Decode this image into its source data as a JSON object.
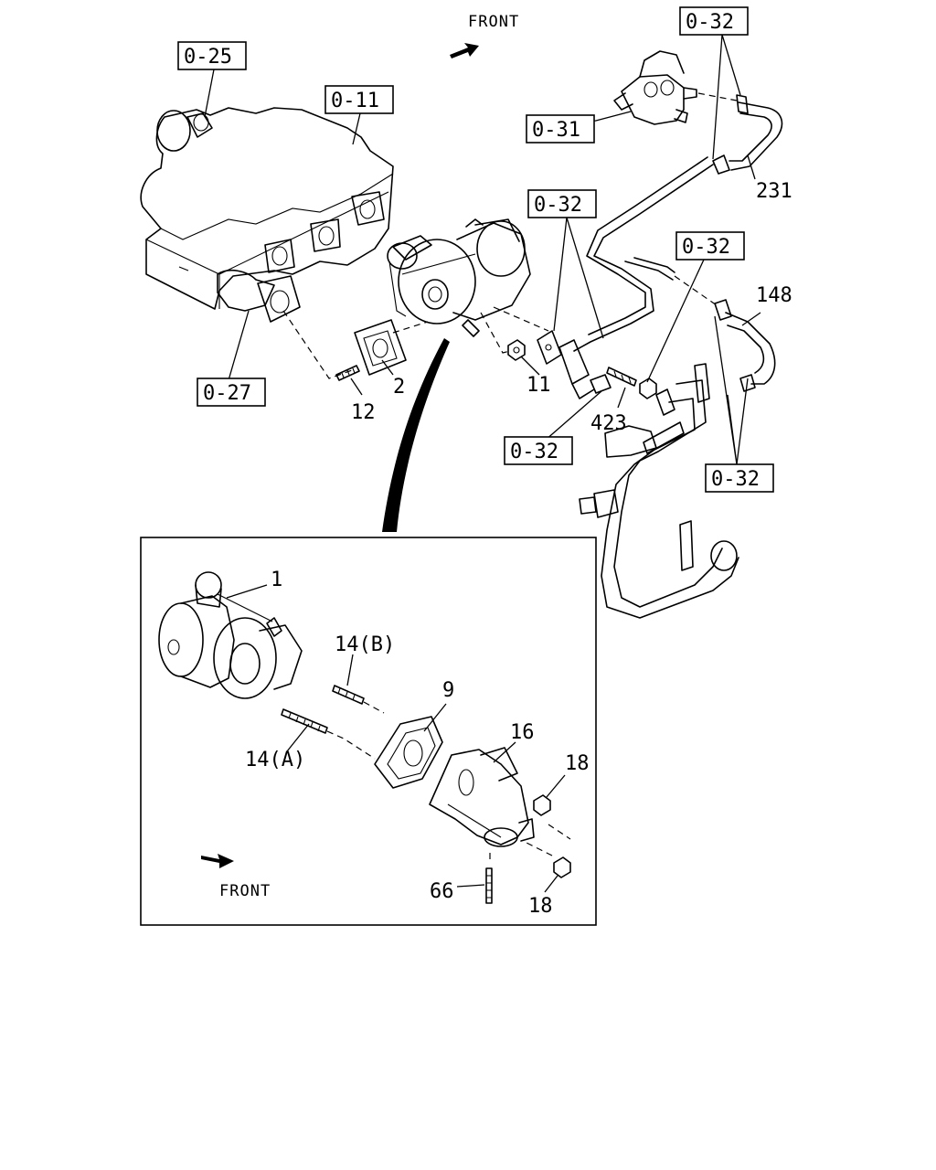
{
  "main_view": {
    "front_label": "FRONT",
    "refs": {
      "r025": "0-25",
      "r011": "0-11",
      "r027": "0-27",
      "r031": "0-31",
      "r032_top": "0-32",
      "r032_center": "0-32",
      "r032_right": "0-32",
      "r032_bottom": "0-32",
      "r032_lower_right": "0-32"
    },
    "parts": {
      "p2": "2",
      "p11": "11",
      "p12": "12",
      "p148": "148",
      "p231": "231",
      "p423": "423"
    }
  },
  "detail_view": {
    "front_label": "FRONT",
    "parts": {
      "p1": "1",
      "p9": "9",
      "p14a": "14(A)",
      "p14b": "14(B)",
      "p16": "16",
      "p18_upper": "18",
      "p18_lower": "18",
      "p66": "66"
    }
  }
}
